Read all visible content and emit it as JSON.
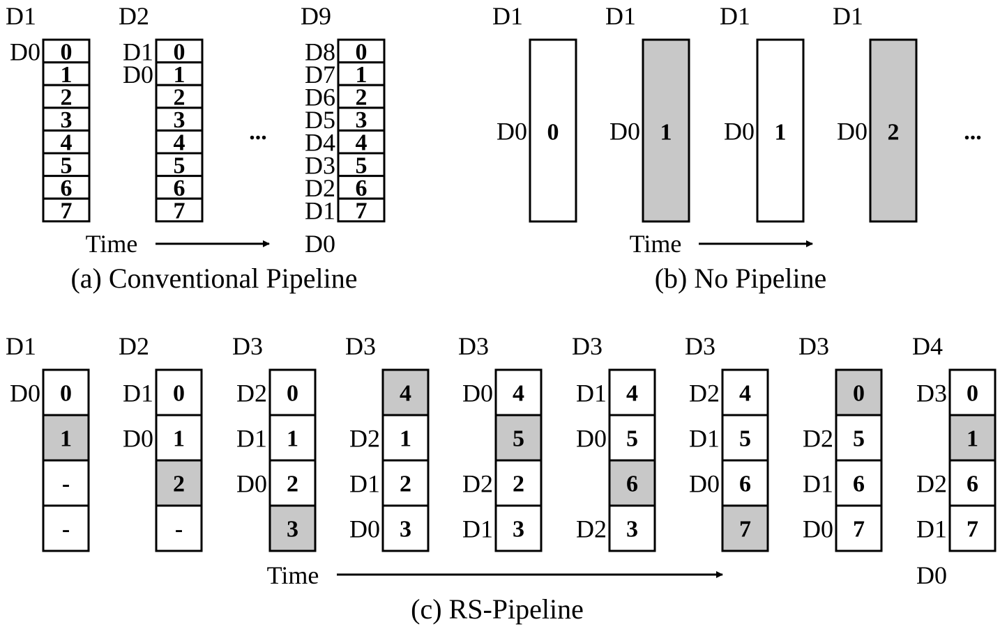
{
  "colors": {
    "shaded": "#c8c8c8",
    "plain": "#ffffff",
    "stroke": "#000000"
  },
  "captions": {
    "a": "(a) Conventional Pipeline",
    "b": "(b) No Pipeline",
    "c": "(c) RS-Pipeline"
  },
  "time_label": "Time",
  "ellipsis": "...",
  "panel_a": {
    "columns": [
      {
        "top": "D1",
        "cells": [
          "0",
          "1",
          "2",
          "3",
          "4",
          "5",
          "6",
          "7"
        ],
        "side": [
          "D0",
          "",
          "",
          "",
          "",
          "",
          "",
          ""
        ],
        "bottom": ""
      },
      {
        "top": "D2",
        "cells": [
          "0",
          "1",
          "2",
          "3",
          "4",
          "5",
          "6",
          "7"
        ],
        "side": [
          "D1",
          "D0",
          "",
          "",
          "",
          "",
          "",
          ""
        ],
        "bottom": ""
      },
      {
        "top": "D9",
        "cells": [
          "0",
          "1",
          "2",
          "3",
          "4",
          "5",
          "6",
          "7"
        ],
        "side": [
          "D8",
          "D7",
          "D6",
          "D5",
          "D4",
          "D3",
          "D2",
          "D1"
        ],
        "bottom": "D0"
      }
    ]
  },
  "panel_b": {
    "columns": [
      {
        "top": "D1",
        "side": "D0",
        "value": "0",
        "shaded": false
      },
      {
        "top": "D1",
        "side": "D0",
        "value": "1",
        "shaded": true
      },
      {
        "top": "D1",
        "side": "D0",
        "value": "1",
        "shaded": false
      },
      {
        "top": "D1",
        "side": "D0",
        "value": "2",
        "shaded": true
      }
    ]
  },
  "panel_c": {
    "columns": [
      {
        "top": "D1",
        "cells": [
          "0",
          "1",
          "-",
          "-"
        ],
        "shaded": [
          false,
          true,
          false,
          false
        ],
        "side": [
          "D0",
          "",
          "",
          ""
        ],
        "bottom": ""
      },
      {
        "top": "D2",
        "cells": [
          "0",
          "1",
          "2",
          "-"
        ],
        "shaded": [
          false,
          false,
          true,
          false
        ],
        "side": [
          "D1",
          "D0",
          "",
          ""
        ],
        "bottom": ""
      },
      {
        "top": "D3",
        "cells": [
          "0",
          "1",
          "2",
          "3"
        ],
        "shaded": [
          false,
          false,
          false,
          true
        ],
        "side": [
          "D2",
          "D1",
          "D0",
          ""
        ],
        "bottom": ""
      },
      {
        "top": "D3",
        "cells": [
          "4",
          "1",
          "2",
          "3"
        ],
        "shaded": [
          true,
          false,
          false,
          false
        ],
        "side": [
          "",
          "D2",
          "D1",
          "D0"
        ],
        "bottom": ""
      },
      {
        "top": "D3",
        "cells": [
          "4",
          "5",
          "2",
          "3"
        ],
        "shaded": [
          false,
          true,
          false,
          false
        ],
        "side": [
          "D0",
          "",
          "D2",
          "D1"
        ],
        "bottom": ""
      },
      {
        "top": "D3",
        "cells": [
          "4",
          "5",
          "6",
          "3"
        ],
        "shaded": [
          false,
          false,
          true,
          false
        ],
        "side": [
          "D1",
          "D0",
          "",
          "D2"
        ],
        "bottom": ""
      },
      {
        "top": "D3",
        "cells": [
          "4",
          "5",
          "6",
          "7"
        ],
        "shaded": [
          false,
          false,
          false,
          true
        ],
        "side": [
          "D2",
          "D1",
          "D0",
          ""
        ],
        "bottom": ""
      },
      {
        "top": "D3",
        "cells": [
          "0",
          "5",
          "6",
          "7"
        ],
        "shaded": [
          true,
          false,
          false,
          false
        ],
        "side": [
          "",
          "D2",
          "D1",
          "D0"
        ],
        "bottom": ""
      },
      {
        "top": "D4",
        "cells": [
          "0",
          "1",
          "6",
          "7"
        ],
        "shaded": [
          false,
          true,
          false,
          false
        ],
        "side": [
          "D3",
          "",
          "D2",
          "D1"
        ],
        "bottom": "D0"
      }
    ]
  }
}
